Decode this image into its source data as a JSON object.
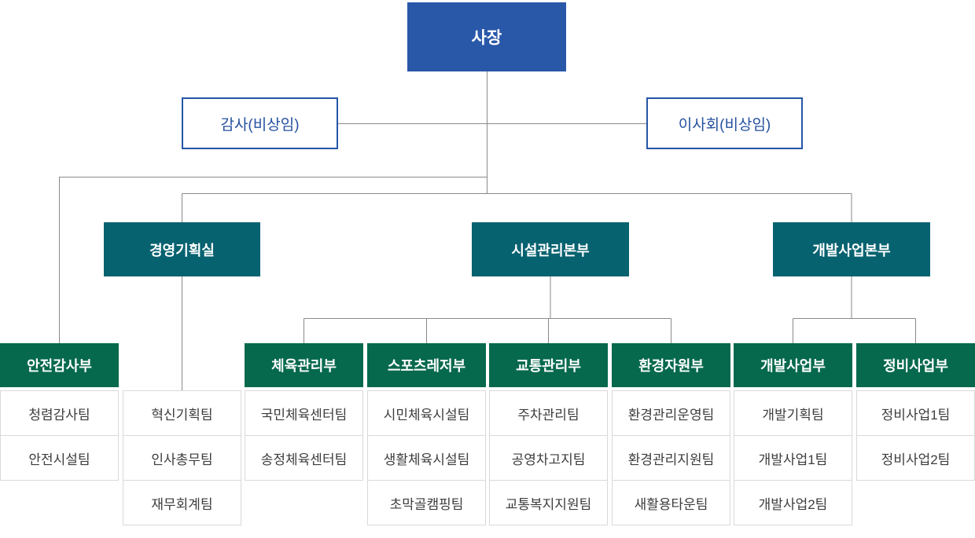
{
  "org": {
    "president": "사장",
    "auditor": "감사(비상임)",
    "board": "이사회(비상임)",
    "divisions": [
      "경영기획실",
      "시설관리본부",
      "개발사업본부"
    ],
    "columns": [
      {
        "dept": "안전감사부",
        "teams": [
          "청렴감사팀",
          "안전시설팀"
        ]
      },
      {
        "dept": "",
        "teams": [
          "혁신기획팀",
          "인사총무팀",
          "재무회계팀"
        ]
      },
      {
        "dept": "체육관리부",
        "teams": [
          "국민체육센터팀",
          "송정체육센터팀"
        ]
      },
      {
        "dept": "스포츠레저부",
        "teams": [
          "시민체육시설팀",
          "생활체육시설팀",
          "초막골캠핑팀"
        ]
      },
      {
        "dept": "교통관리부",
        "teams": [
          "주차관리팀",
          "공영차고지팀",
          "교통복지지원팀"
        ]
      },
      {
        "dept": "환경자원부",
        "teams": [
          "환경관리운영팀",
          "환경관리지원팀",
          "새활용타운팀"
        ]
      },
      {
        "dept": "개발사업부",
        "teams": [
          "개발기획팀",
          "개발사업1팀",
          "개발사업2팀"
        ]
      },
      {
        "dept": "정비사업부",
        "teams": [
          "정비사업1팀",
          "정비사업2팀"
        ]
      }
    ],
    "colors": {
      "president_blue": "#2a58a9",
      "outline_border_blue": "#2456a6",
      "division_teal": "#076270",
      "department_green": "#06694d",
      "team_border_gray": "#d9d9d9",
      "connector_gray": "#8a8a8a"
    }
  }
}
